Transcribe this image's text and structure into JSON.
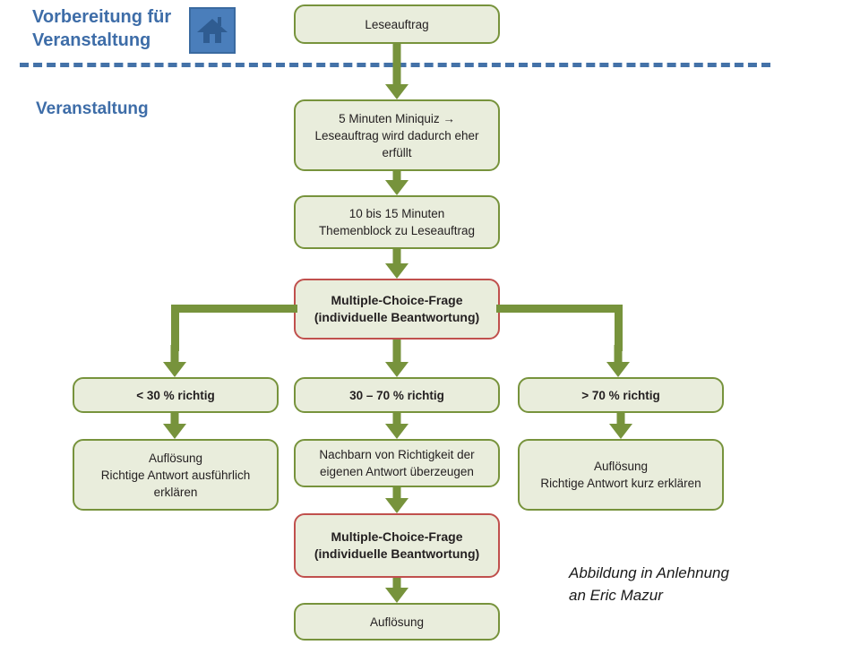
{
  "diagram": {
    "title_prep": "Vorbereitung für\nVeranstaltung",
    "title_event": "Veranstaltung",
    "home_icon": "house-icon",
    "caption": "Abbildung in Anlehnung\nan Eric Mazur",
    "colors": {
      "node_fill": "#E9EDDC",
      "node_border": "#77933C",
      "accent_border": "#C0504D",
      "arrow": "#77933C",
      "divider": "#4472A8",
      "header_text": "#3E6DA8",
      "icon_bg": "#4A7EBB"
    },
    "nodes": {
      "leseauftrag": "Leseauftrag",
      "miniquiz": "5 Minuten Miniquiz →\nLeseauftrag wird dadurch eher erfüllt",
      "themenblock": "10 bis 15 Minuten\nThemenblock zu Leseauftrag",
      "mc_frage_1": "Multiple-Choice-Frage\n(individuelle Beantwortung)",
      "branch_low": "< 30 % richtig",
      "branch_mid": "30 – 70 % richtig",
      "branch_high": "> 70 % richtig",
      "result_low": "Auflösung\nRichtige Antwort ausführlich erklären",
      "result_mid": "Nachbarn von Richtigkeit der eigenen Antwort überzeugen",
      "result_high": "Auflösung\nRichtige Antwort kurz erklären",
      "mc_frage_2": "Multiple-Choice-Frage\n(individuelle Beantwortung)",
      "aufloesung_final": "Auflösung"
    }
  }
}
